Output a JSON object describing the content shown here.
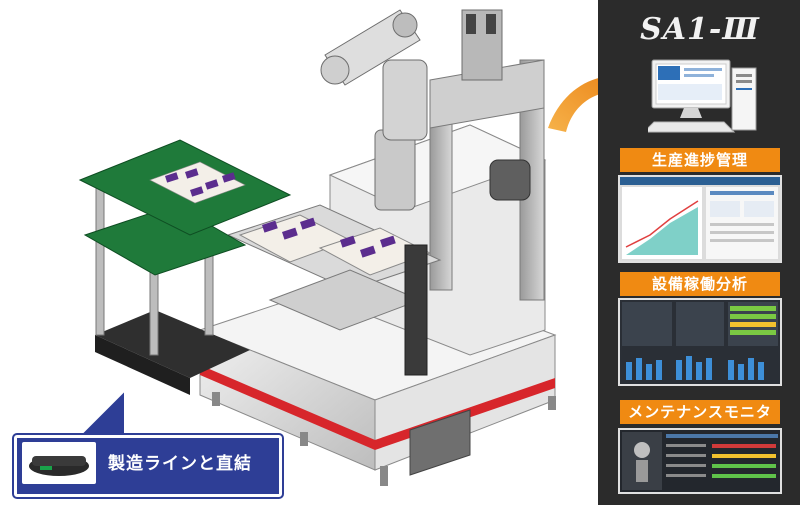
{
  "logo": {
    "text": "SA1-Ⅲ"
  },
  "sections": [
    {
      "label": "生産進捗管理"
    },
    {
      "label": "設備稼働分析"
    },
    {
      "label": "メンテナンスモニタ"
    }
  ],
  "callout": {
    "text": "製造ラインと直結"
  },
  "colors": {
    "panel": "#2b2b2b",
    "accent": "#f08a12",
    "callout": "#2e3e96",
    "pcb": "#1f7a3a",
    "parts": "#5b2d8e"
  }
}
